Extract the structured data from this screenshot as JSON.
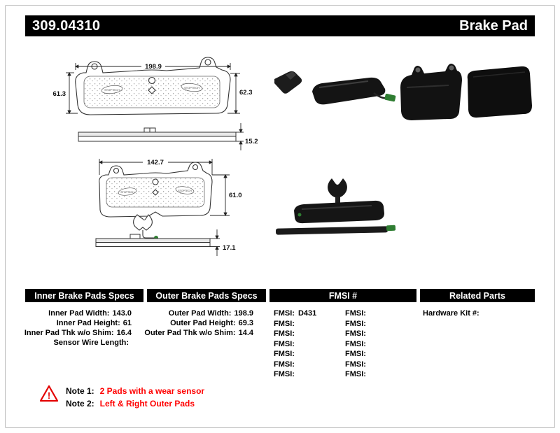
{
  "header": {
    "part_number": "309.04310",
    "product_title": "Brake Pad"
  },
  "drawings": {
    "outer_front": {
      "width": "198.9",
      "height_left": "61.3",
      "height_right": "62.3"
    },
    "outer_side": {
      "thickness": "15.2"
    },
    "inner_front": {
      "width": "142.7",
      "height": "61.0"
    },
    "inner_side": {
      "thickness": "17.1"
    },
    "brand_stamp": "STOPTECH"
  },
  "specs": {
    "inner": {
      "header": "Inner Brake Pads Specs",
      "rows": [
        {
          "label": "Inner Pad Width:",
          "value": "143.0"
        },
        {
          "label": "Inner Pad Height:",
          "value": "61"
        },
        {
          "label": "Inner Pad Thk w/o Shim:",
          "value": "16.4"
        },
        {
          "label": "Sensor Wire Length:",
          "value": ""
        }
      ]
    },
    "outer": {
      "header": "Outer Brake Pads Specs",
      "rows": [
        {
          "label": "Outer Pad Width:",
          "value": "198.9"
        },
        {
          "label": "Outer Pad Height:",
          "value": "69.3"
        },
        {
          "label": "Outer Pad Thk w/o Shim:",
          "value": "14.4"
        }
      ]
    },
    "fmsi": {
      "header": "FMSI #",
      "rows": [
        {
          "left_label": "FMSI:",
          "left_value": "D431",
          "right_label": "FMSI:",
          "right_value": ""
        },
        {
          "left_label": "FMSI:",
          "left_value": "",
          "right_label": "FMSI:",
          "right_value": ""
        },
        {
          "left_label": "FMSI:",
          "left_value": "",
          "right_label": "FMSI:",
          "right_value": ""
        },
        {
          "left_label": "FMSI:",
          "left_value": "",
          "right_label": "FMSI:",
          "right_value": ""
        },
        {
          "left_label": "FMSI:",
          "left_value": "",
          "right_label": "FMSI:",
          "right_value": ""
        },
        {
          "left_label": "FMSI:",
          "left_value": "",
          "right_label": "FMSI:",
          "right_value": ""
        },
        {
          "left_label": "FMSI:",
          "left_value": "",
          "right_label": "FMSI:",
          "right_value": ""
        }
      ]
    },
    "related": {
      "header": "Related Parts",
      "rows": [
        {
          "label": "Hardware Kit #:",
          "value": ""
        }
      ]
    }
  },
  "notes": {
    "warning_symbol": "!",
    "note1_label": "Note 1:",
    "note1_text": "2 Pads with a wear sensor",
    "note2_label": "Note 2:",
    "note2_text": "Left & Right Outer Pads"
  },
  "colors": {
    "header_bg": "#000000",
    "note_text": "#ff0000",
    "sensor_green": "#2f7d32"
  }
}
